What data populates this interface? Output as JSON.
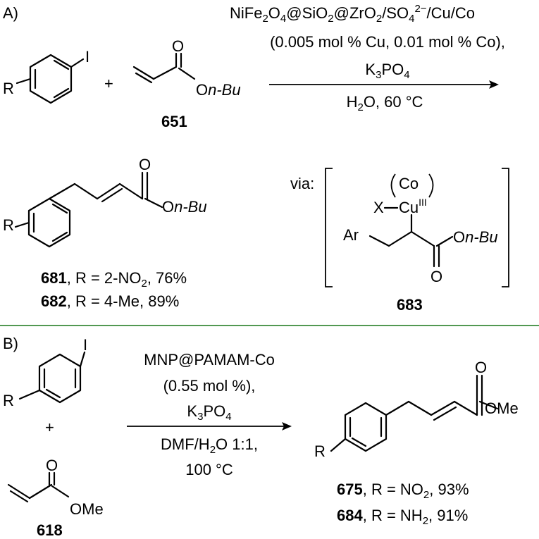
{
  "partA": {
    "label": "A)",
    "iodo": "I",
    "r": "R",
    "plus": "+",
    "carbonyl_o": "O",
    "ester_o": "O",
    "nbu": "n-Bu",
    "reagent_id": "651",
    "cond_line1_pre": "NiFe",
    "cond_line1_s1": "2",
    "cond_line1_a": "O",
    "cond_line1_s2": "4",
    "cond_line1_b": "@SiO",
    "cond_line1_s3": "2",
    "cond_line1_c": "@ZrO",
    "cond_line1_s4": "2",
    "cond_line1_d": "/SO",
    "cond_line1_s5": "4",
    "cond_line1_sup": "2−",
    "cond_line1_e": "/Cu/Co",
    "cond_line2": "(0.005 mol % Cu, 0.01 mol % Co),",
    "cond_line3_a": "K",
    "cond_line3_s1": "3",
    "cond_line3_b": "PO",
    "cond_line3_s2": "4",
    "cond_below_a": "H",
    "cond_below_s": "2",
    "cond_below_b": "O, 60 °C",
    "product_o": "O",
    "product_ester_o": "O",
    "product_nbu": "n-Bu",
    "product_r": "R",
    "p681_id": "681",
    "p681_text_a": ", R = 2-NO",
    "p681_sub": "2",
    "p681_text_b": ", 76%",
    "p682_id": "682",
    "p682_text": ", R = 4-Me, 89%",
    "via": "via:",
    "int_co": "Co",
    "int_x": "X",
    "int_cu": "Cu",
    "int_cu_ox": "III",
    "int_ar": "Ar",
    "int_ester_o": "O",
    "int_nbu": "n-Bu",
    "int_carbonyl_o": "O",
    "int_id": "683"
  },
  "partB": {
    "label": "B)",
    "iodo": "I",
    "r": "R",
    "plus": "+",
    "carbonyl_o": "O",
    "ome": "OMe",
    "reagent_id": "618",
    "cond_line1": "MNP@PAMAM-Co",
    "cond_line2": "(0.55 mol %),",
    "cond_line3_a": "K",
    "cond_line3_s1": "3",
    "cond_line3_b": "PO",
    "cond_line3_s2": "4",
    "cond_below1_a": "DMF/H",
    "cond_below1_s": "2",
    "cond_below1_b": "O 1:1,",
    "cond_below2": "100 °C",
    "product_o": "O",
    "product_ome": "OMe",
    "product_r": "R",
    "p675_id": "675",
    "p675_text_a": ", R = NO",
    "p675_sub": "2",
    "p675_text_b": ", 93%",
    "p684_id": "684",
    "p684_text_a": ", R = NH",
    "p684_sub": "2",
    "p684_text_b": ", 91%"
  },
  "colors": {
    "divider": "#3a8a3a",
    "ink": "#000000"
  }
}
